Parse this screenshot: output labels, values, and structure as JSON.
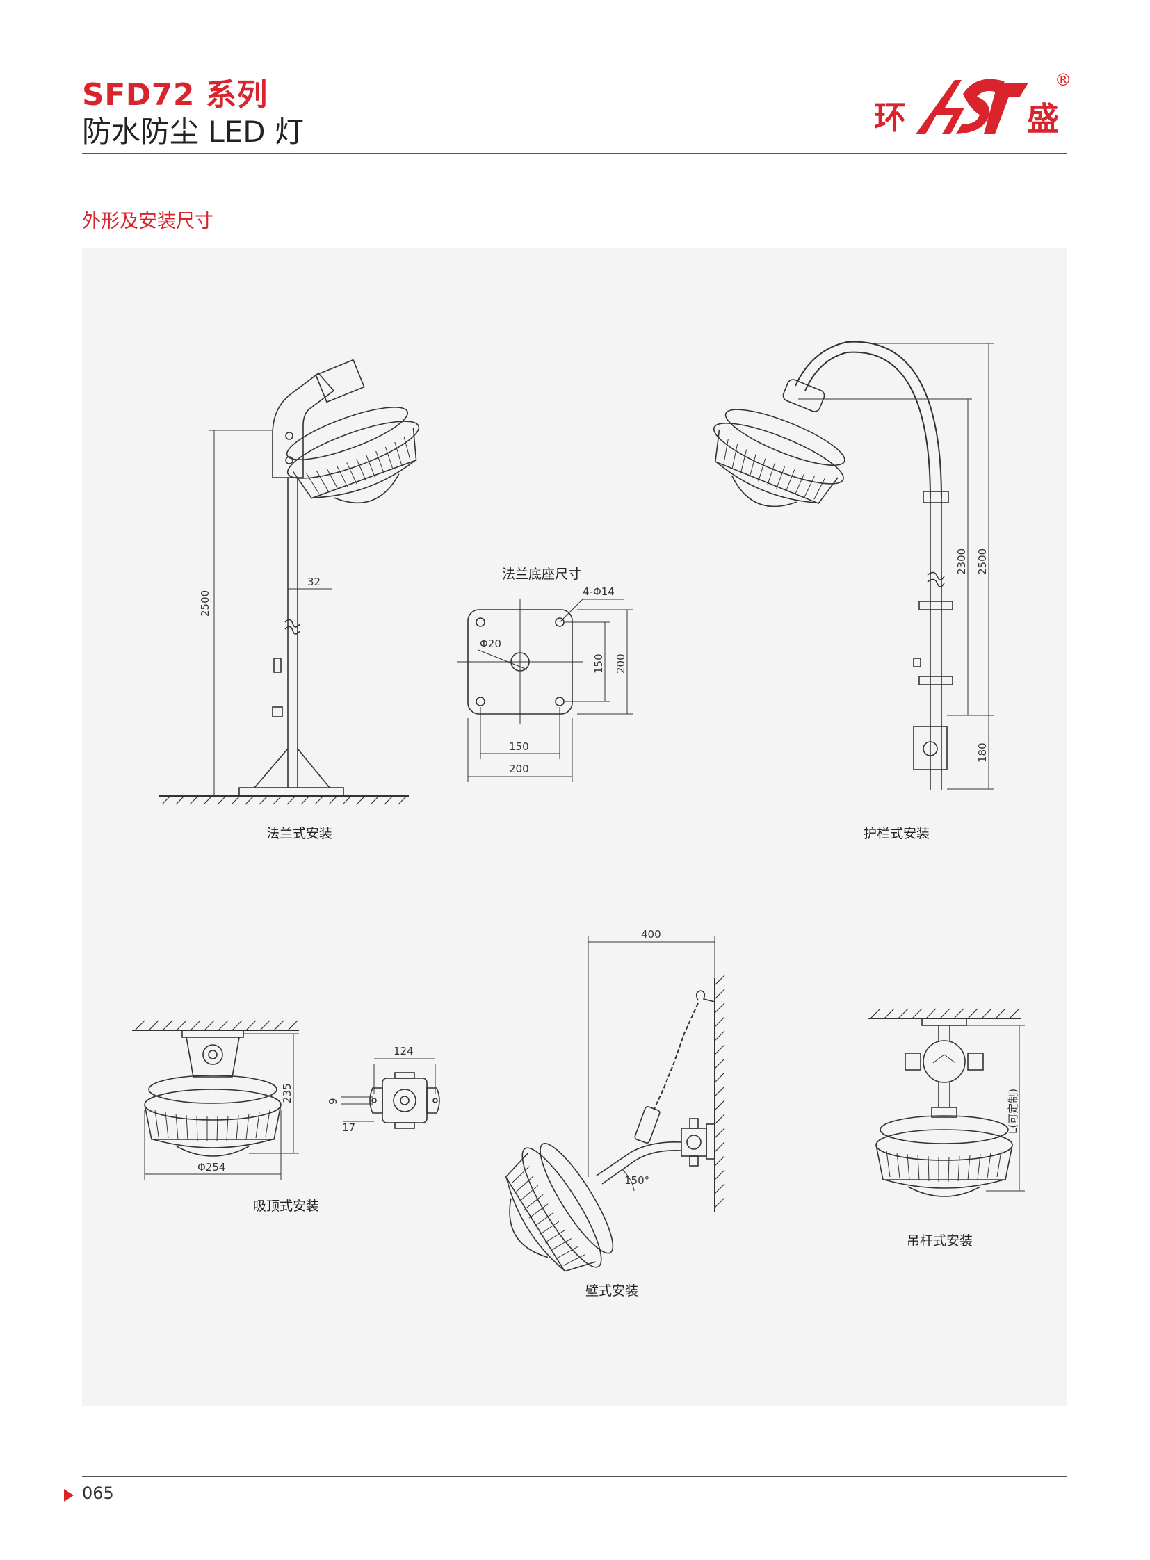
{
  "header": {
    "series": "SFD72 系列",
    "product_name": "防水防尘 LED 灯"
  },
  "logo": {
    "left_char": "环",
    "right_char": "盛",
    "registered": "®",
    "color": "#d9232d"
  },
  "section": {
    "title": "外形及安装尺寸"
  },
  "diagrams": {
    "flange": {
      "caption": "法兰式安装",
      "dims": [
        "2500",
        "32"
      ]
    },
    "flange_base": {
      "caption": "法兰底座尺寸",
      "dims": [
        "4-Φ14",
        "Φ20",
        "150",
        "200",
        "150",
        "200"
      ]
    },
    "guardrail": {
      "caption": "护栏式安装",
      "dims": [
        "2300",
        "2500",
        "180"
      ]
    },
    "ceiling": {
      "caption": "吸顶式安装",
      "dims": [
        "235",
        "Φ254",
        "124",
        "9",
        "17"
      ]
    },
    "wall": {
      "caption": "壁式安装",
      "dims": [
        "400",
        "150°"
      ]
    },
    "pendant": {
      "caption": "吊杆式安装",
      "dims": [
        "L(可定制)"
      ]
    }
  },
  "footer": {
    "page_number": "065"
  }
}
